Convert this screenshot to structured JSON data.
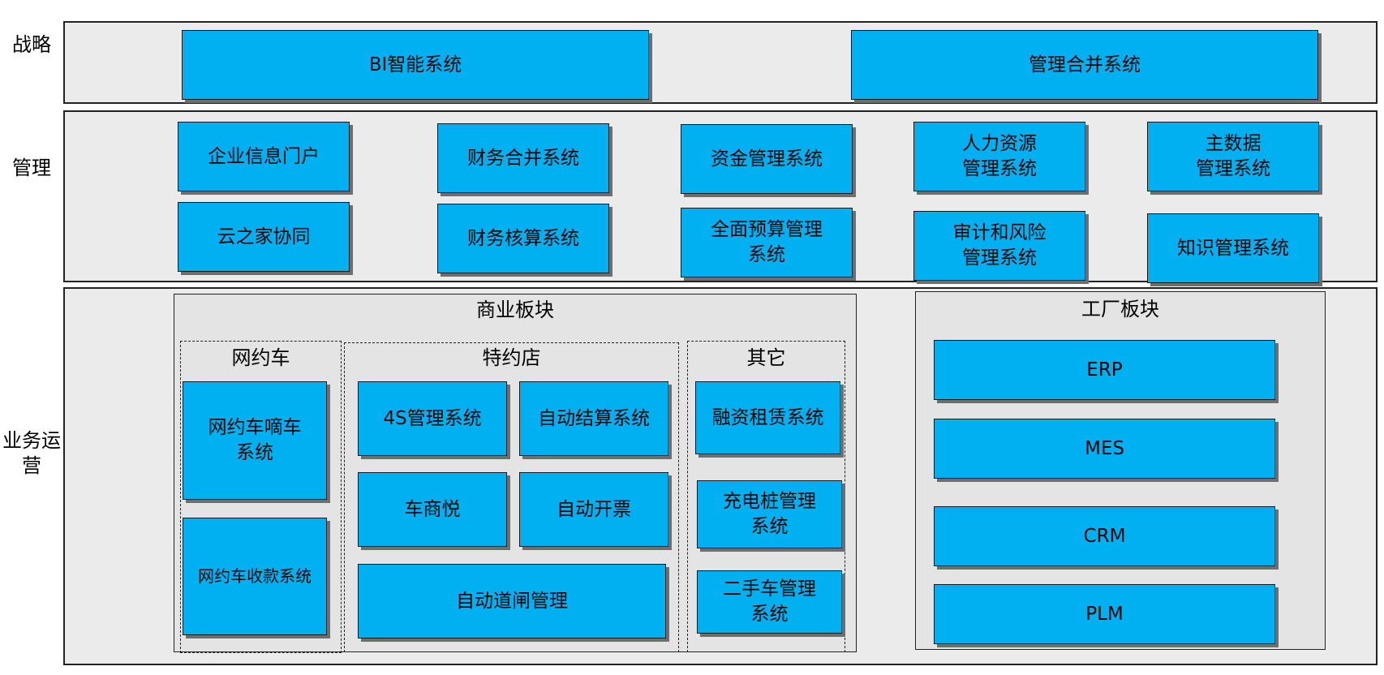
{
  "layers": {
    "strategy": {
      "label": "战略",
      "systems": [
        "BI智能系统",
        "管理合并系统"
      ]
    },
    "management": {
      "label": "管理",
      "systems": [
        "企业信息门户",
        "财务合并系统",
        "资金管理系统",
        "人力资源\n管理系统",
        "主数据\n管理系统",
        "云之家协同",
        "财务核算系统",
        "全面预算管理\n系统",
        "审计和风险\n管理系统",
        "知识管理系统"
      ]
    },
    "operations": {
      "label": "业务运营",
      "commercial": {
        "title": "商业板块",
        "ride_hailing": {
          "title": "网约车",
          "systems": [
            "网约车嘀车\n系统",
            "网约车收款系统"
          ]
        },
        "dealership": {
          "title": "特约店",
          "systems": [
            "4S管理系统",
            "自动结算系统",
            "车商悦",
            "自动开票",
            "自动道闸管理"
          ]
        },
        "other": {
          "title": "其它",
          "systems": [
            "融资租赁系统",
            "充电桩管理\n系统",
            "二手车管理\n系统"
          ]
        }
      },
      "factory": {
        "title": "工厂板块",
        "systems": [
          "ERP",
          "MES",
          "CRM",
          "PLM"
        ]
      }
    }
  },
  "colors": {
    "box_fill": "#00b0f0",
    "band_fill": "#ebebeb",
    "panel_fill": "#e4e4e4",
    "shadow": "#6e6e6e"
  }
}
